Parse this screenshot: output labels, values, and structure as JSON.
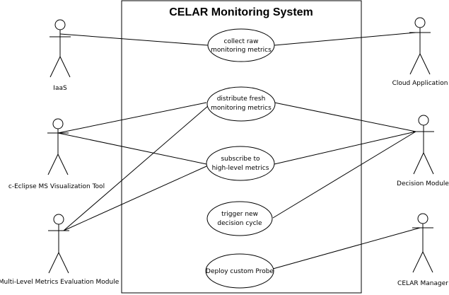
{
  "title": "CELAR Monitoring System",
  "actors": [
    {
      "label": "IaaS"
    },
    {
      "label": "c-Eclipse MS Visualization Tool"
    },
    {
      "label": "Multi-Level Metrics Evaluation Module"
    },
    {
      "label": "Cloud Application"
    },
    {
      "label": "Decision Module"
    },
    {
      "label": "CELAR Manager"
    }
  ],
  "use_cases": [
    {
      "lines": [
        "collect raw",
        "monitoring metrics"
      ]
    },
    {
      "lines": [
        "distribute fresh",
        "monitoring metrics"
      ]
    },
    {
      "lines": [
        "subscribe to",
        "high-level metrics"
      ]
    },
    {
      "lines": [
        "trigger new",
        "decision cycle"
      ]
    },
    {
      "lines": [
        "Deploy custom Probe"
      ]
    }
  ]
}
